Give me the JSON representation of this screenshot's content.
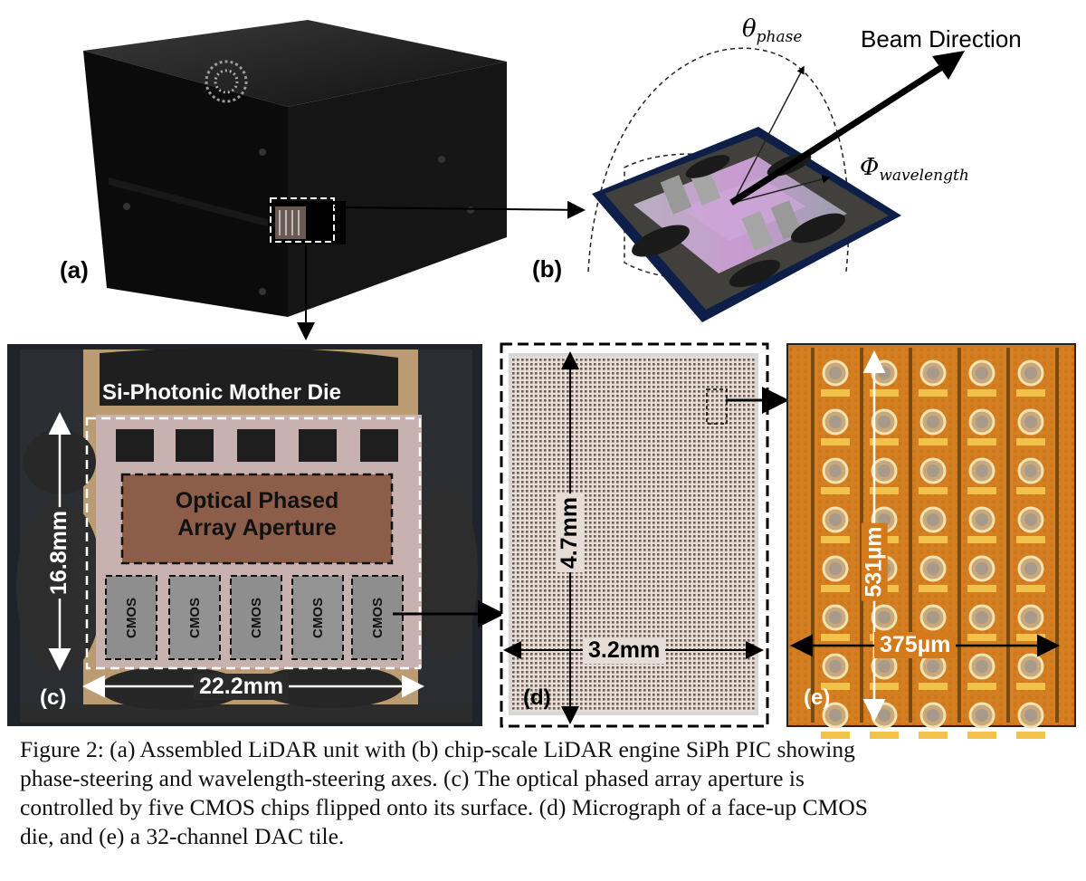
{
  "figure": {
    "panel_a": {
      "label": "(a)"
    },
    "panel_b": {
      "label": "(b)",
      "beam_direction": "Beam Direction",
      "theta_symbol": "θ",
      "theta_sub": "phase",
      "phi_symbol": "Φ",
      "phi_sub": "wavelength"
    },
    "panel_c": {
      "label": "(c)",
      "mother_die": "Si-Photonic Mother Die",
      "aperture_line1": "Optical Phased",
      "aperture_line2": "Array Aperture",
      "cmos_labels": [
        "CMOS",
        "CMOS",
        "CMOS",
        "CMOS",
        "CMOS"
      ],
      "height_dim": "16.8mm",
      "width_dim": "22.2mm"
    },
    "panel_d": {
      "label": "(d)",
      "height_dim": "4.7mm",
      "width_dim": "3.2mm"
    },
    "panel_e": {
      "label": "(e)",
      "height_dim": "531µm",
      "width_dim": "375µm"
    }
  },
  "caption": {
    "line1": "Figure 2: (a) Assembled LiDAR unit with (b) chip-scale LiDAR engine SiPh PIC showing",
    "line2": "phase-steering and wavelength-steering axes. (c) The optical phased array aperture is",
    "line3": "controlled by five CMOS chips flipped onto its surface. (d) Micrograph of a face-up CMOS",
    "line4": "die, and (e) a 32-channel DAC tile."
  }
}
